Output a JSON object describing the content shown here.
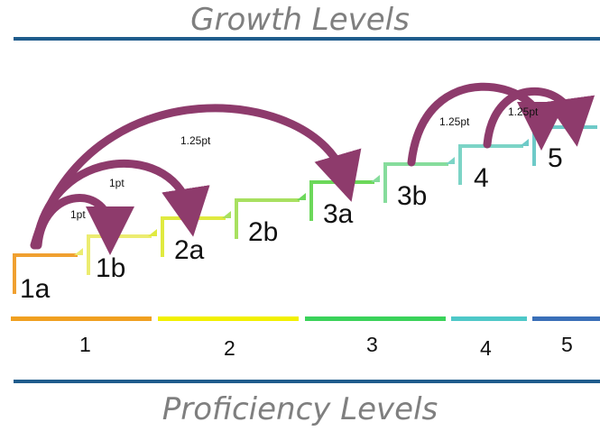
{
  "titles": {
    "top": "Growth Levels",
    "bottom": "Proficiency Levels"
  },
  "colors": {
    "rule": "#1f5c8c",
    "title": "#7f7f7f",
    "arc": "#8e3b6c"
  },
  "growth_steps": [
    {
      "label": "1a",
      "color": "#f0a030"
    },
    {
      "label": "1b",
      "color": "#ecec70"
    },
    {
      "label": "2a",
      "color": "#e0ea40"
    },
    {
      "label": "2b",
      "color": "#a8e060"
    },
    {
      "label": "3a",
      "color": "#6cd85a"
    },
    {
      "label": "3b",
      "color": "#86dc9c"
    },
    {
      "label": "4",
      "color": "#7cd4c6"
    },
    {
      "label": "5",
      "color": "#6ecac8"
    }
  ],
  "arcs": [
    {
      "label": "1pt",
      "from": "1a",
      "to": "1b"
    },
    {
      "label": "1pt",
      "from": "1a",
      "to": "2a"
    },
    {
      "label": "1.25pt",
      "from": "1a",
      "to": "3a"
    },
    {
      "label": "1.25pt",
      "from": "3b",
      "to": "4"
    },
    {
      "label": "1.25pt",
      "from": "4",
      "to": "5"
    }
  ],
  "proficiency_levels": [
    {
      "label": "1",
      "color": "#f0a020"
    },
    {
      "label": "2",
      "color": "#f2f000"
    },
    {
      "label": "3",
      "color": "#3ad25a"
    },
    {
      "label": "4",
      "color": "#4ec8c8"
    },
    {
      "label": "5",
      "color": "#3a6fb8"
    }
  ]
}
